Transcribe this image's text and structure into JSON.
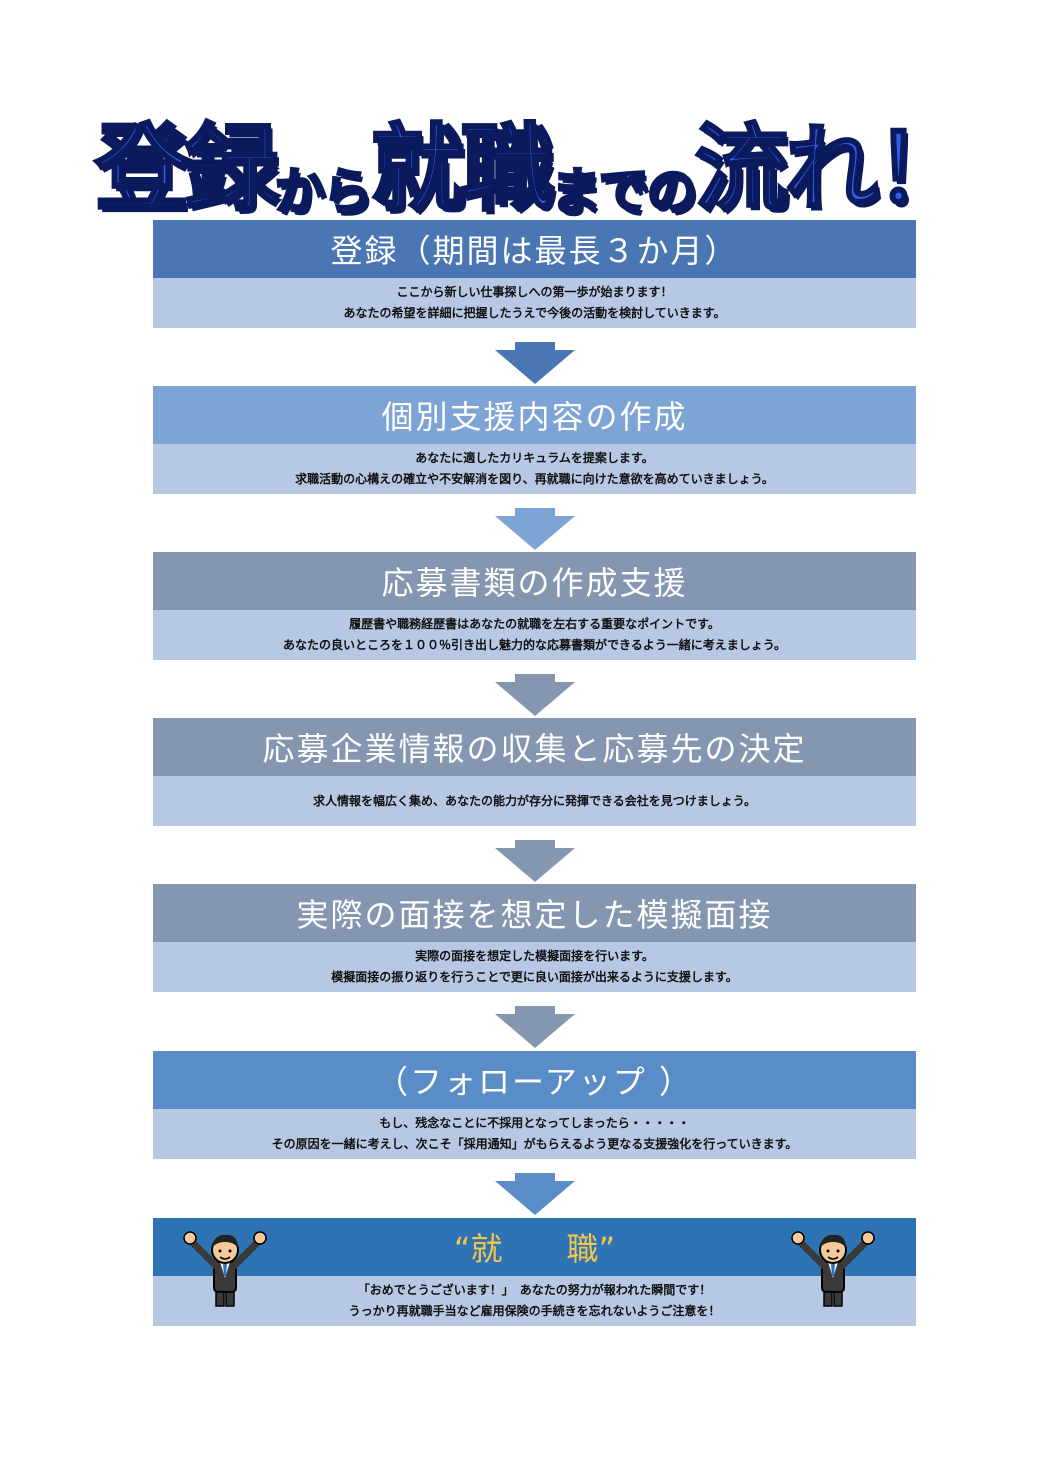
{
  "title": {
    "part1": "登録",
    "part2": "から",
    "part3": "就職",
    "part4": "までの",
    "part5": "流れ！"
  },
  "steps": [
    {
      "title": "登録（期間は最長３か月）",
      "lines": [
        "ここから新しい仕事探しへの第一歩が始まります！",
        "あなたの希望を詳細に把握したうえで今後の活動を検討していきます。"
      ],
      "color": "#4a77b4"
    },
    {
      "title": "個別支援内容の作成",
      "lines": [
        "あなたに適したカリキュラムを提案します。",
        "求職活動の心構えの確立や不安解消を図り、再就職に向けた意欲を高めていきましょう。"
      ],
      "color": "#7ea4d6"
    },
    {
      "title": "応募書類の作成支援",
      "lines": [
        "履歴書や職務経歴書はあなたの就職を左右する重要なポイントです。",
        "あなたの良いところを１００％引き出し魅力的な応募書類ができるよう一緒に考えましょう。"
      ],
      "color": "#8496b0"
    },
    {
      "title": "応募企業情報の収集と応募先の決定",
      "lines": [
        "求人情報を幅広く集め、あなたの能力が存分に発揮できる会社を見つけましょう。"
      ],
      "color": "#8496b0"
    },
    {
      "title": "実際の面接を想定した模擬面接",
      "lines": [
        "実際の面接を想定した模擬面接を行います。",
        "模擬面接の振り返りを行うことで更に良い面接が出来るように支援します。"
      ],
      "color": "#8496b0"
    },
    {
      "title": "（フォローアップ ）",
      "lines": [
        "もし、残念なことに不採用となってしまったら・・・・・",
        "その原因を一緒に考えし、次こそ「採用通知」がもらえるよう更なる支援強化を行っていきます。"
      ],
      "color": "#5a8dc8"
    }
  ],
  "final": {
    "title": "“就　　職”",
    "lines": [
      "「おめでとうございます！」　あなたの努力が報われた瞬間です！",
      "うっかり再就職手当など雇用保険の手続きを忘れないようご注意を！"
    ],
    "color": "#2e74b5",
    "mascot_icon": "cheering-man-icon"
  },
  "desc_bg": "#b6c8e4",
  "title_color": "#2f5ef0"
}
